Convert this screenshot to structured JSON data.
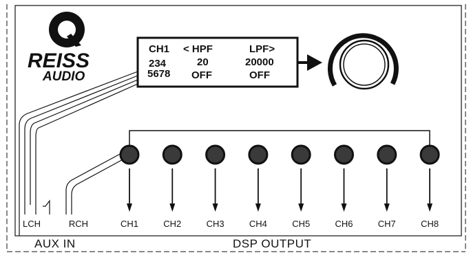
{
  "brand": {
    "name": "REISS",
    "sub": "AUDIO"
  },
  "display": {
    "row1": [
      "CH1",
      "< HPF",
      "LPF>"
    ],
    "row2": [
      "234",
      "20",
      "20000"
    ],
    "row3": [
      "5678",
      "OFF",
      "OFF"
    ]
  },
  "inputs": [
    "LCH",
    "RCH"
  ],
  "outputs": [
    "CH1",
    "CH2",
    "CH3",
    "CH4",
    "CH5",
    "CH6",
    "CH7",
    "CH8"
  ],
  "sections": {
    "aux_in": "AUX IN",
    "dsp_output": "DSP OUTPUT"
  },
  "colors": {
    "line": "#111111",
    "jack_fill": "#3a3a3a"
  }
}
